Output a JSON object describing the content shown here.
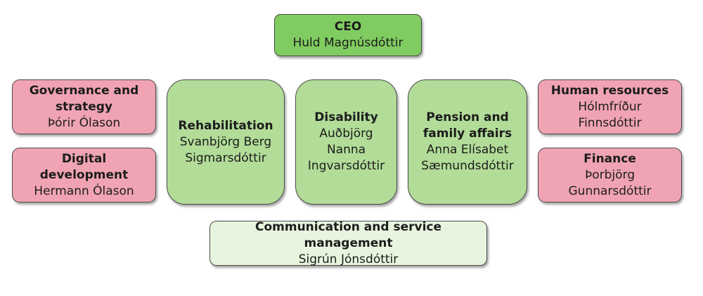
{
  "org_chart": {
    "ceo": {
      "title": "CEO",
      "name": "Huld Magnúsdóttir"
    },
    "governance": {
      "title_line1": "Governance and",
      "title_line2": "strategy",
      "name": "Þórir Ólason"
    },
    "digital": {
      "title": "Digital development",
      "name": "Hermann Ólason"
    },
    "rehabilitation": {
      "title": "Rehabilitation",
      "name_line1": "Svanbjörg Berg",
      "name_line2": "Sigmarsdóttir"
    },
    "disability": {
      "title": "Disability",
      "name_line1": "Auðbjörg",
      "name_line2": "Nanna",
      "name_line3": "Ingvarsdóttir"
    },
    "pension": {
      "title_line1": "Pension and",
      "title_line2": "family affairs",
      "name_line1": "Anna Elísabet",
      "name_line2": "Sæmundsdóttir"
    },
    "hr": {
      "title": "Human resources",
      "name_line1": "Hólmfríður",
      "name_line2": "Finnsdóttir"
    },
    "finance": {
      "title": "Finance",
      "name_line1": "Þorbjörg",
      "name_line2": "Gunnarsdóttir"
    },
    "communication": {
      "title": "Communication and service management",
      "name": "Sigrún Jónsdóttir"
    }
  },
  "colors": {
    "ceo": "#80cc60",
    "support_units": "#f0a4b3",
    "core_divisions": "#b2dc98",
    "communication": "#e7f5de"
  }
}
